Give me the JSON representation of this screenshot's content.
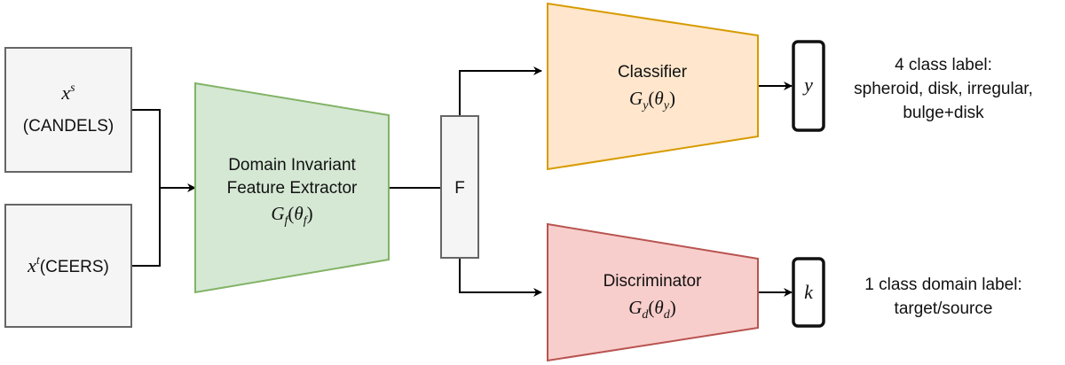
{
  "inputs": {
    "source": {
      "var_base": "x",
      "var_sup": "s",
      "name": "(CANDELS)"
    },
    "target": {
      "var_base": "x",
      "var_sup": "t",
      "name": "(CEERS)"
    }
  },
  "extractor": {
    "line1": "Domain Invariant",
    "line2": "Feature Extractor",
    "sym": "G",
    "sym_sub": "f",
    "param": "θ",
    "param_sub": "f"
  },
  "feature": {
    "label": "F"
  },
  "classifier": {
    "title": "Classifier",
    "sym": "G",
    "sym_sub": "y",
    "param": "θ",
    "param_sub": "y",
    "output": "y",
    "desc": [
      "4 class label:",
      "spheroid, disk, irregular,",
      "bulge+disk"
    ]
  },
  "discriminator": {
    "title": "Discriminator",
    "sym": "G",
    "sym_sub": "d",
    "param": "θ",
    "param_sub": "d",
    "output": "k",
    "desc": [
      "1 class domain label:",
      "target/source"
    ]
  },
  "colors": {
    "input_fill": "#f5f5f5",
    "input_stroke": "#666666",
    "extractor_fill": "#d5e8d4",
    "extractor_stroke": "#82b366",
    "classifier_fill": "#ffe6cc",
    "classifier_stroke": "#d79b00",
    "discriminator_fill": "#f8cecc",
    "discriminator_stroke": "#b85450",
    "line": "#000000"
  }
}
